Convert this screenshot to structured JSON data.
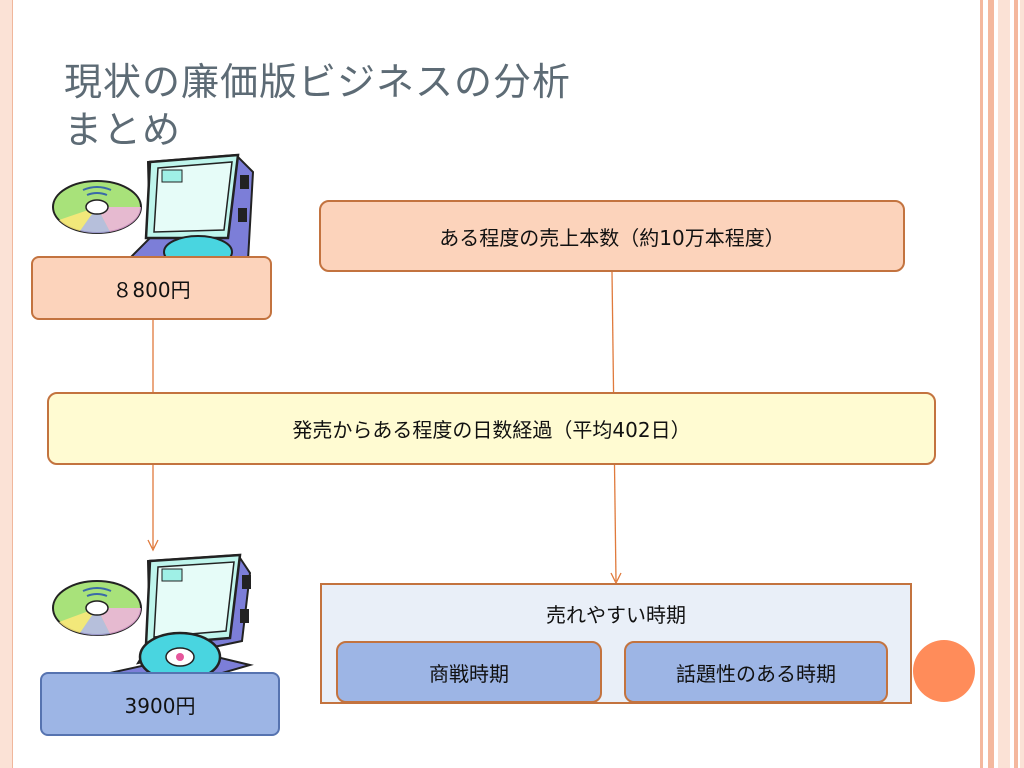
{
  "slide": {
    "title_line1": "現状の廉価版ビジネスの分析",
    "title_line2": "まとめ"
  },
  "prices": {
    "original": "８800円",
    "discount": "3900円"
  },
  "sales_condition": "ある程度の売上本数（約10万本程度）",
  "days_condition": "発売からある程度の日数経過（平均402日）",
  "selling_period": {
    "title": "売れやすい時期",
    "items": [
      "商戦時期",
      "話題性のある時期"
    ]
  },
  "icons": [
    "cd-case-icon",
    "cd-disc-icon"
  ],
  "colors": {
    "accent_orange": "#ff8c5a",
    "box_peach": "#fcd3bb",
    "box_blue": "#9db5e5",
    "box_yellow": "#fffbd2",
    "border_brown": "#c3733f",
    "title_gray": "#5d6b75"
  }
}
